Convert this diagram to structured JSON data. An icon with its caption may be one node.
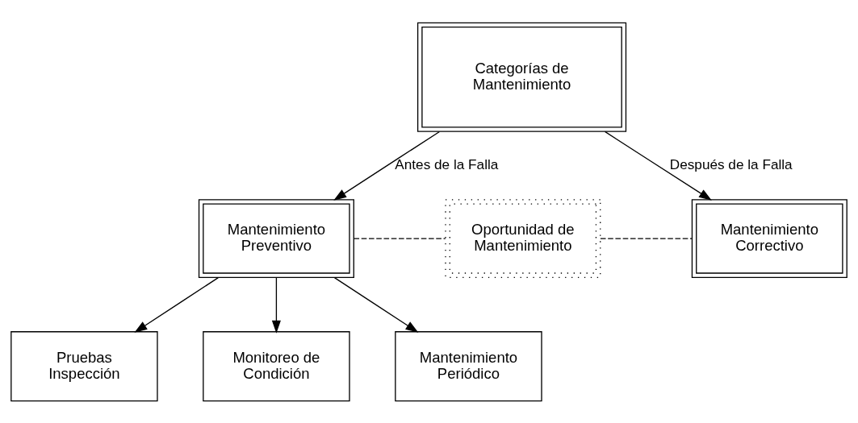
{
  "diagram": {
    "nodes": [
      {
        "text": [
          "Categorías de Mantenimiento"
        ]
      },
      {
        "text": [
          "Mantenimiento Preventivo"
        ]
      },
      {
        "text": [
          "Oportunidad de Mantenimiento"
        ]
      },
      {
        "text": [
          "Mantenimiento Correctivo"
        ]
      },
      {
        "text": [
          "Pruebas Inspección"
        ]
      },
      {
        "text": [
          "Monitoreo de Condición"
        ]
      },
      {
        "text": [
          "Mantenimiento Periódico"
        ]
      }
    ],
    "edges": [
      {
        "from": 0,
        "to": 1,
        "arrow": "to",
        "label": "Antes de la Falla"
      },
      {
        "from": 0,
        "to": 3,
        "arrow": "to",
        "label": "Después de la Falla"
      },
      {
        "from": 1,
        "to": 2,
        "arrow": "none",
        "style": "dashed"
      },
      {
        "from": 2,
        "to": 3,
        "arrow": "none",
        "style": "dashed"
      },
      {
        "from": 1,
        "to": 4,
        "arrow": "to"
      },
      {
        "from": 1,
        "to": 5,
        "arrow": "to"
      },
      {
        "from": 1,
        "to": 6,
        "arrow": "to"
      }
    ]
  }
}
